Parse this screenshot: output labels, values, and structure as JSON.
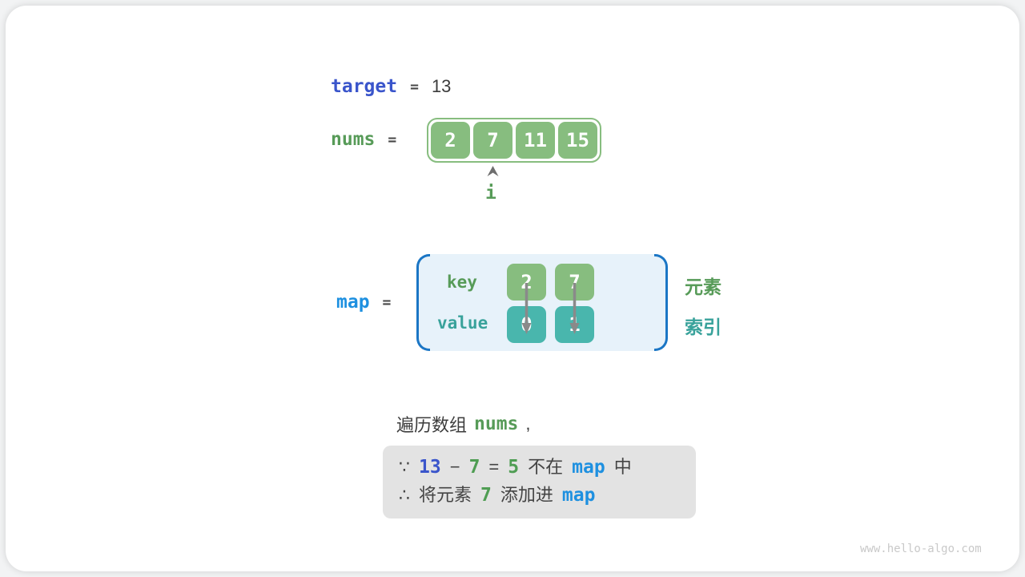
{
  "colors": {
    "royal_blue": "#3a55cb",
    "azure_blue": "#1e90e0",
    "green_text": "#579b58",
    "teal_text": "#39a29b",
    "green_box": "#87bd7f",
    "teal_box": "#49b6ad",
    "dark_text": "#3c3c3c",
    "bracket_blue": "#1b76c5",
    "map_panel_bg": "#e7f2fa",
    "reason_box_bg": "#e3e3e3",
    "arrow_gray": "#8a8a8a",
    "watermark_gray": "#c9c9c9"
  },
  "target_line": {
    "label": "target",
    "equals": "=",
    "value": "13"
  },
  "nums_line": {
    "label": "nums",
    "equals": "=",
    "cells": [
      "2",
      "7",
      "11",
      "15"
    ],
    "pointer_label": "i"
  },
  "map_section": {
    "label": "map",
    "equals": "=",
    "key_label": "key",
    "value_label": "value",
    "entries": [
      {
        "key": "2",
        "value": "0"
      },
      {
        "key": "7",
        "value": "1"
      }
    ],
    "element_label": "元素",
    "index_label": "索引"
  },
  "caption": {
    "prefix": "遍历数组",
    "code": "nums",
    "comma": ","
  },
  "reason_box": {
    "line1": [
      {
        "t": "∵",
        "c": "dark"
      },
      {
        "t": "13",
        "c": "blue"
      },
      {
        "t": "−",
        "c": "dark"
      },
      {
        "t": "7",
        "c": "green"
      },
      {
        "t": "=",
        "c": "dark"
      },
      {
        "t": "5",
        "c": "green"
      },
      {
        "t": "不在",
        "c": "dark"
      },
      {
        "t": "map",
        "c": "azure"
      },
      {
        "t": "中",
        "c": "dark"
      }
    ],
    "line2": [
      {
        "t": "∴",
        "c": "dark"
      },
      {
        "t": "将元素",
        "c": "dark"
      },
      {
        "t": "7",
        "c": "green"
      },
      {
        "t": "添加进",
        "c": "dark"
      },
      {
        "t": "map",
        "c": "azure"
      }
    ]
  },
  "watermark": "www.hello-algo.com"
}
